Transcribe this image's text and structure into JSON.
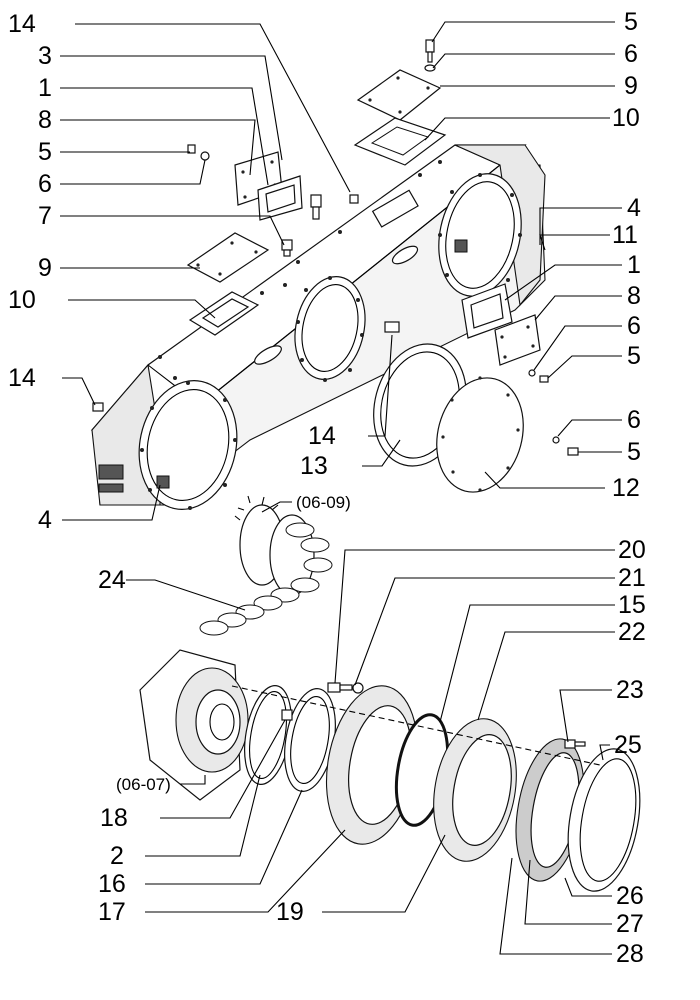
{
  "callouts": [
    {
      "id": "c01",
      "text": "14"
    },
    {
      "id": "c02",
      "text": "3"
    },
    {
      "id": "c03",
      "text": "1"
    },
    {
      "id": "c04",
      "text": "8"
    },
    {
      "id": "c05",
      "text": "5"
    },
    {
      "id": "c06",
      "text": "6"
    },
    {
      "id": "c07",
      "text": "7"
    },
    {
      "id": "c08",
      "text": "9"
    },
    {
      "id": "c09",
      "text": "10"
    },
    {
      "id": "c10",
      "text": "14"
    },
    {
      "id": "c11",
      "text": "4"
    },
    {
      "id": "c12",
      "text": "5"
    },
    {
      "id": "c13",
      "text": "6"
    },
    {
      "id": "c14",
      "text": "9"
    },
    {
      "id": "c15",
      "text": "10"
    },
    {
      "id": "c16",
      "text": "4"
    },
    {
      "id": "c17",
      "text": "11"
    },
    {
      "id": "c18",
      "text": "1"
    },
    {
      "id": "c19",
      "text": "8"
    },
    {
      "id": "c20",
      "text": "6"
    },
    {
      "id": "c21",
      "text": "5"
    },
    {
      "id": "c22",
      "text": "14"
    },
    {
      "id": "c23",
      "text": "13"
    },
    {
      "id": "c24",
      "text": "6"
    },
    {
      "id": "c25",
      "text": "5"
    },
    {
      "id": "c26",
      "text": "12"
    },
    {
      "id": "c27",
      "text": "(06-09)"
    },
    {
      "id": "c28",
      "text": "24"
    },
    {
      "id": "c29",
      "text": "20"
    },
    {
      "id": "c30",
      "text": "21"
    },
    {
      "id": "c31",
      "text": "15"
    },
    {
      "id": "c32",
      "text": "22"
    },
    {
      "id": "c33",
      "text": "23"
    },
    {
      "id": "c34",
      "text": "25"
    },
    {
      "id": "c35",
      "text": "(06-07)"
    },
    {
      "id": "c36",
      "text": "18"
    },
    {
      "id": "c37",
      "text": "2"
    },
    {
      "id": "c38",
      "text": "16"
    },
    {
      "id": "c39",
      "text": "17"
    },
    {
      "id": "c40",
      "text": "19"
    },
    {
      "id": "c41",
      "text": "26"
    },
    {
      "id": "c42",
      "text": "27"
    },
    {
      "id": "c43",
      "text": "28"
    }
  ]
}
